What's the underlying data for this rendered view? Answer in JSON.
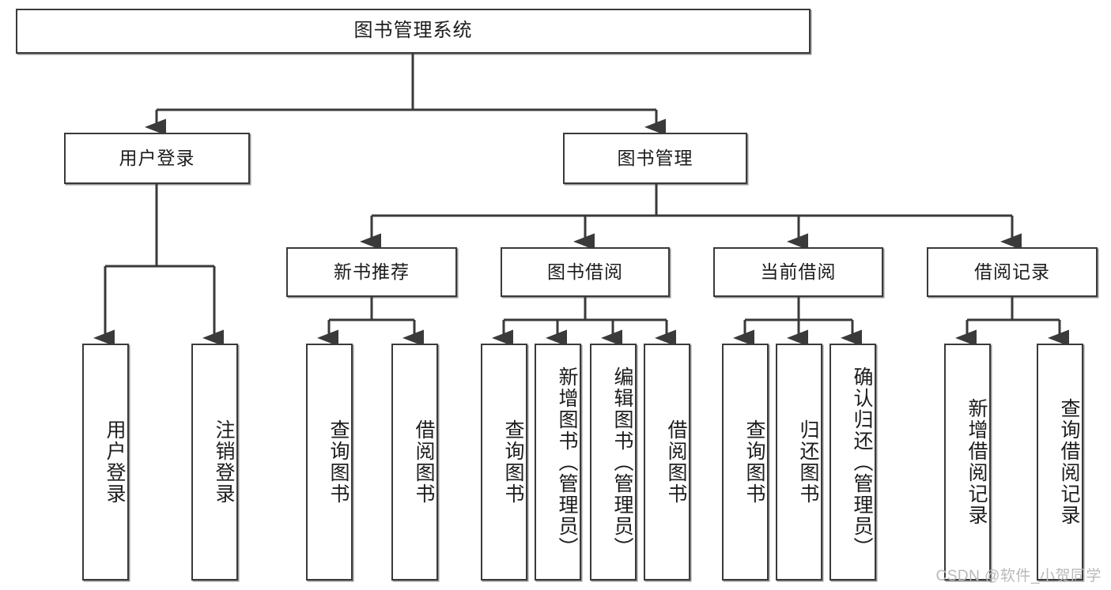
{
  "diagram": {
    "title": "图书管理系统",
    "type": "tree-hierarchy",
    "watermark": "CSDN @软件_小贺同学",
    "colors": {
      "stroke": "#3a3a3a",
      "fill": "#ffffff",
      "text": "#1c1c1c",
      "watermark": "#b9b9b9"
    },
    "nodes": {
      "root": {
        "label": "图书管理系统"
      },
      "level2": [
        {
          "label": "用户登录"
        },
        {
          "label": "图书管理"
        }
      ],
      "level3": [
        {
          "label": "新书推荐"
        },
        {
          "label": "图书借阅"
        },
        {
          "label": "当前借阅"
        },
        {
          "label": "借阅记录"
        }
      ],
      "leaves_user_login": [
        {
          "label": "用户登录"
        },
        {
          "label": "注销登录"
        }
      ],
      "leaves_new_book": [
        {
          "label": "查询图书"
        },
        {
          "label": "借阅图书"
        }
      ],
      "leaves_borrow": [
        {
          "label": "查询图书"
        },
        {
          "label": "新增图书（管理员）"
        },
        {
          "label": "编辑图书（管理员）"
        },
        {
          "label": "借阅图书"
        }
      ],
      "leaves_current": [
        {
          "label": "查询图书"
        },
        {
          "label": "归还图书"
        },
        {
          "label": "确认归还（管理员）"
        }
      ],
      "leaves_record": [
        {
          "label": "新增借阅记录"
        },
        {
          "label": "查询借阅记录"
        }
      ]
    }
  }
}
